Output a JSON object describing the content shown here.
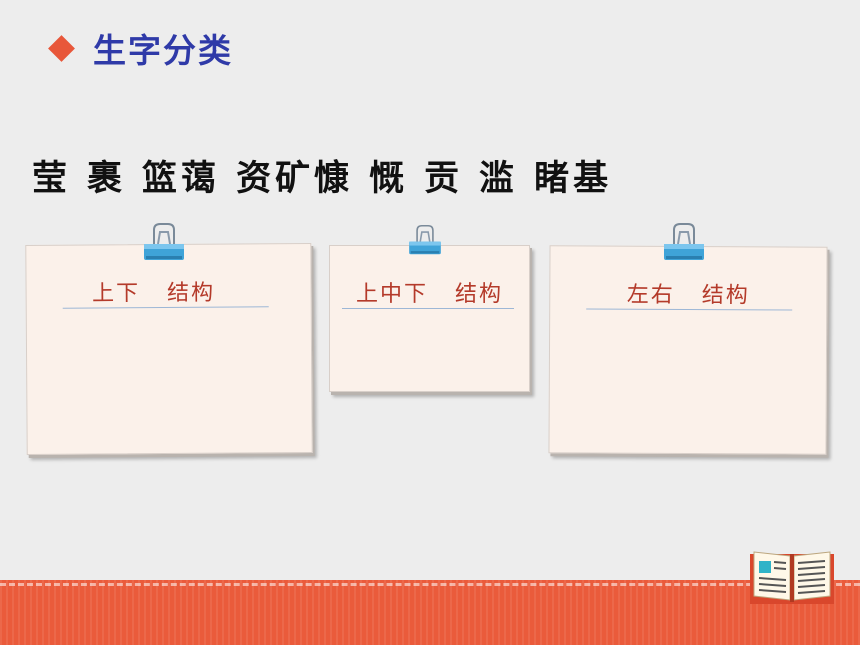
{
  "title": "生字分类",
  "characters": [
    "莹",
    "裹",
    "篮",
    "蔼",
    "资",
    "矿",
    "慷",
    "慨",
    "贡",
    "滥",
    "睹",
    "基"
  ],
  "cards": [
    {
      "label": "上下   结构"
    },
    {
      "label": "上中下   结构"
    },
    {
      "label": "左右   结构"
    }
  ],
  "colors": {
    "accent": "#e8573a",
    "title": "#2f3aa8",
    "card_label": "#b43a2a",
    "card_bg": "#fbf1ea",
    "clip": "#3fa3d8"
  },
  "icons": {
    "bullet": "diamond-icon",
    "clip": "binder-clip-icon",
    "book": "open-book-icon"
  }
}
